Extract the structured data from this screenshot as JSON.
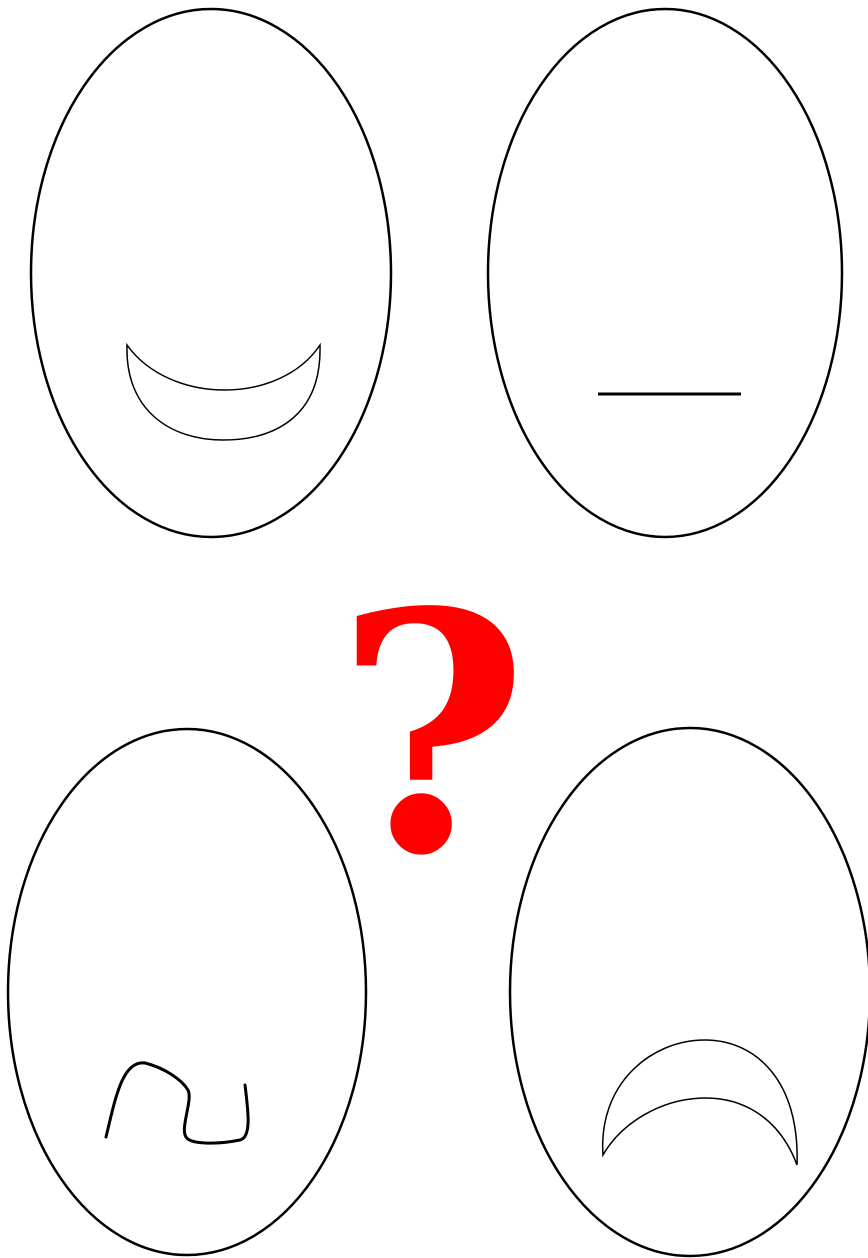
{
  "question_mark": {
    "text": "?",
    "color": "#ff0000"
  },
  "faces": [
    {
      "position": "top-left",
      "mouth": "smile"
    },
    {
      "position": "top-right",
      "mouth": "straight-line"
    },
    {
      "position": "bottom-left",
      "mouth": "wavy-squiggle"
    },
    {
      "position": "bottom-right",
      "mouth": "frown"
    }
  ],
  "colors": {
    "outline": "#000000",
    "background": "#ffffff"
  }
}
